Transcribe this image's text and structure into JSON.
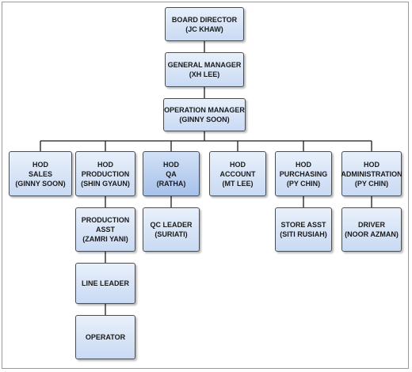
{
  "nodes": {
    "board_director": [
      "BOARD DIRECTOR",
      "(JC KHAW)"
    ],
    "general_manager": [
      "GENERAL MANAGER",
      "(XH LEE)"
    ],
    "operation_manager": [
      "OPERATION MANAGER",
      "(GINNY SOON)"
    ],
    "hod_sales": [
      "HOD",
      "SALES",
      "(GINNY SOON)"
    ],
    "hod_production": [
      "HOD",
      "PRODUCTION",
      "(SHIN GYAUN)"
    ],
    "hod_qa": [
      "HOD",
      "QA",
      "(RATHA)"
    ],
    "hod_account": [
      "HOD",
      "ACCOUNT",
      "(MT LEE)"
    ],
    "hod_purchasing": [
      "HOD",
      "PURCHASING",
      "(PY CHIN)"
    ],
    "hod_administration": [
      "HOD",
      "ADMINISTRATION",
      "(PY CHIN)"
    ],
    "production_asst": [
      "PRODUCTION",
      "ASST",
      "(ZAMRI YANI)"
    ],
    "qc_leader": [
      "QC LEADER",
      "(SURIATI)"
    ],
    "store_asst": [
      "STORE ASST",
      "(SITI RUSIAH)"
    ],
    "driver": [
      "DRIVER",
      "(NOOR AZMAN)"
    ],
    "line_leader": [
      "LINE LEADER"
    ],
    "operator": [
      "OPERATOR"
    ]
  },
  "colors": {
    "box_top": "#e8f0fb",
    "box_bottom": "#c9daf3",
    "highlight_bottom": "#a6c1ea",
    "connector": "#1a1a1a"
  }
}
